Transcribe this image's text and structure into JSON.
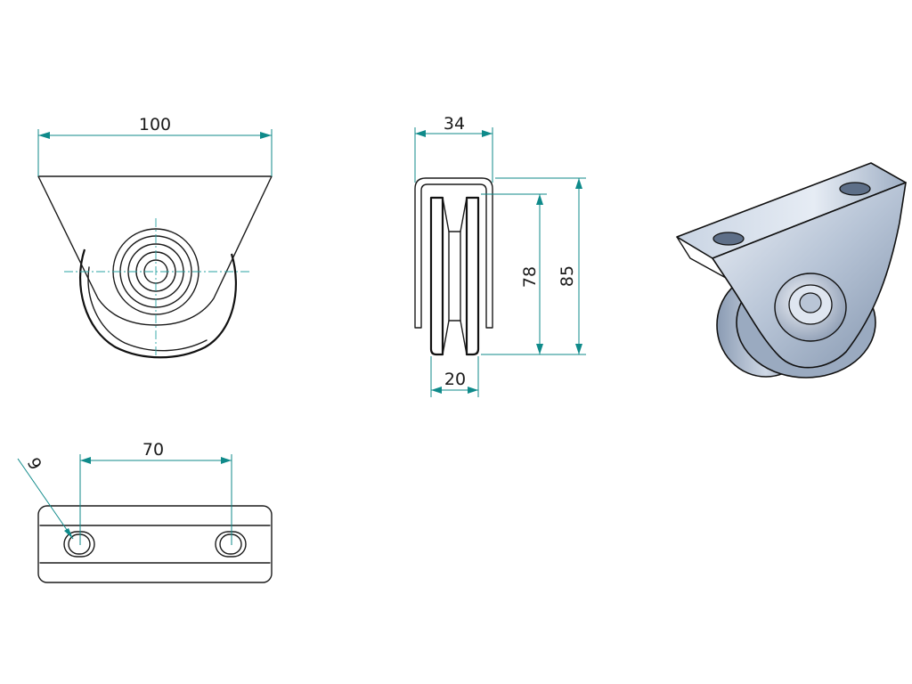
{
  "dimensions": {
    "front_width": "100",
    "side_width": "34",
    "wheel_width": "20",
    "wheel_height": "78",
    "overall_height": "85",
    "hole_spacing": "70",
    "hole_diameter": "9"
  },
  "colors": {
    "line": "#1a1a1a",
    "dimension": "#0f8a8a",
    "steel_light": "#dbe3ee",
    "steel_dark": "#7d8ea6"
  }
}
